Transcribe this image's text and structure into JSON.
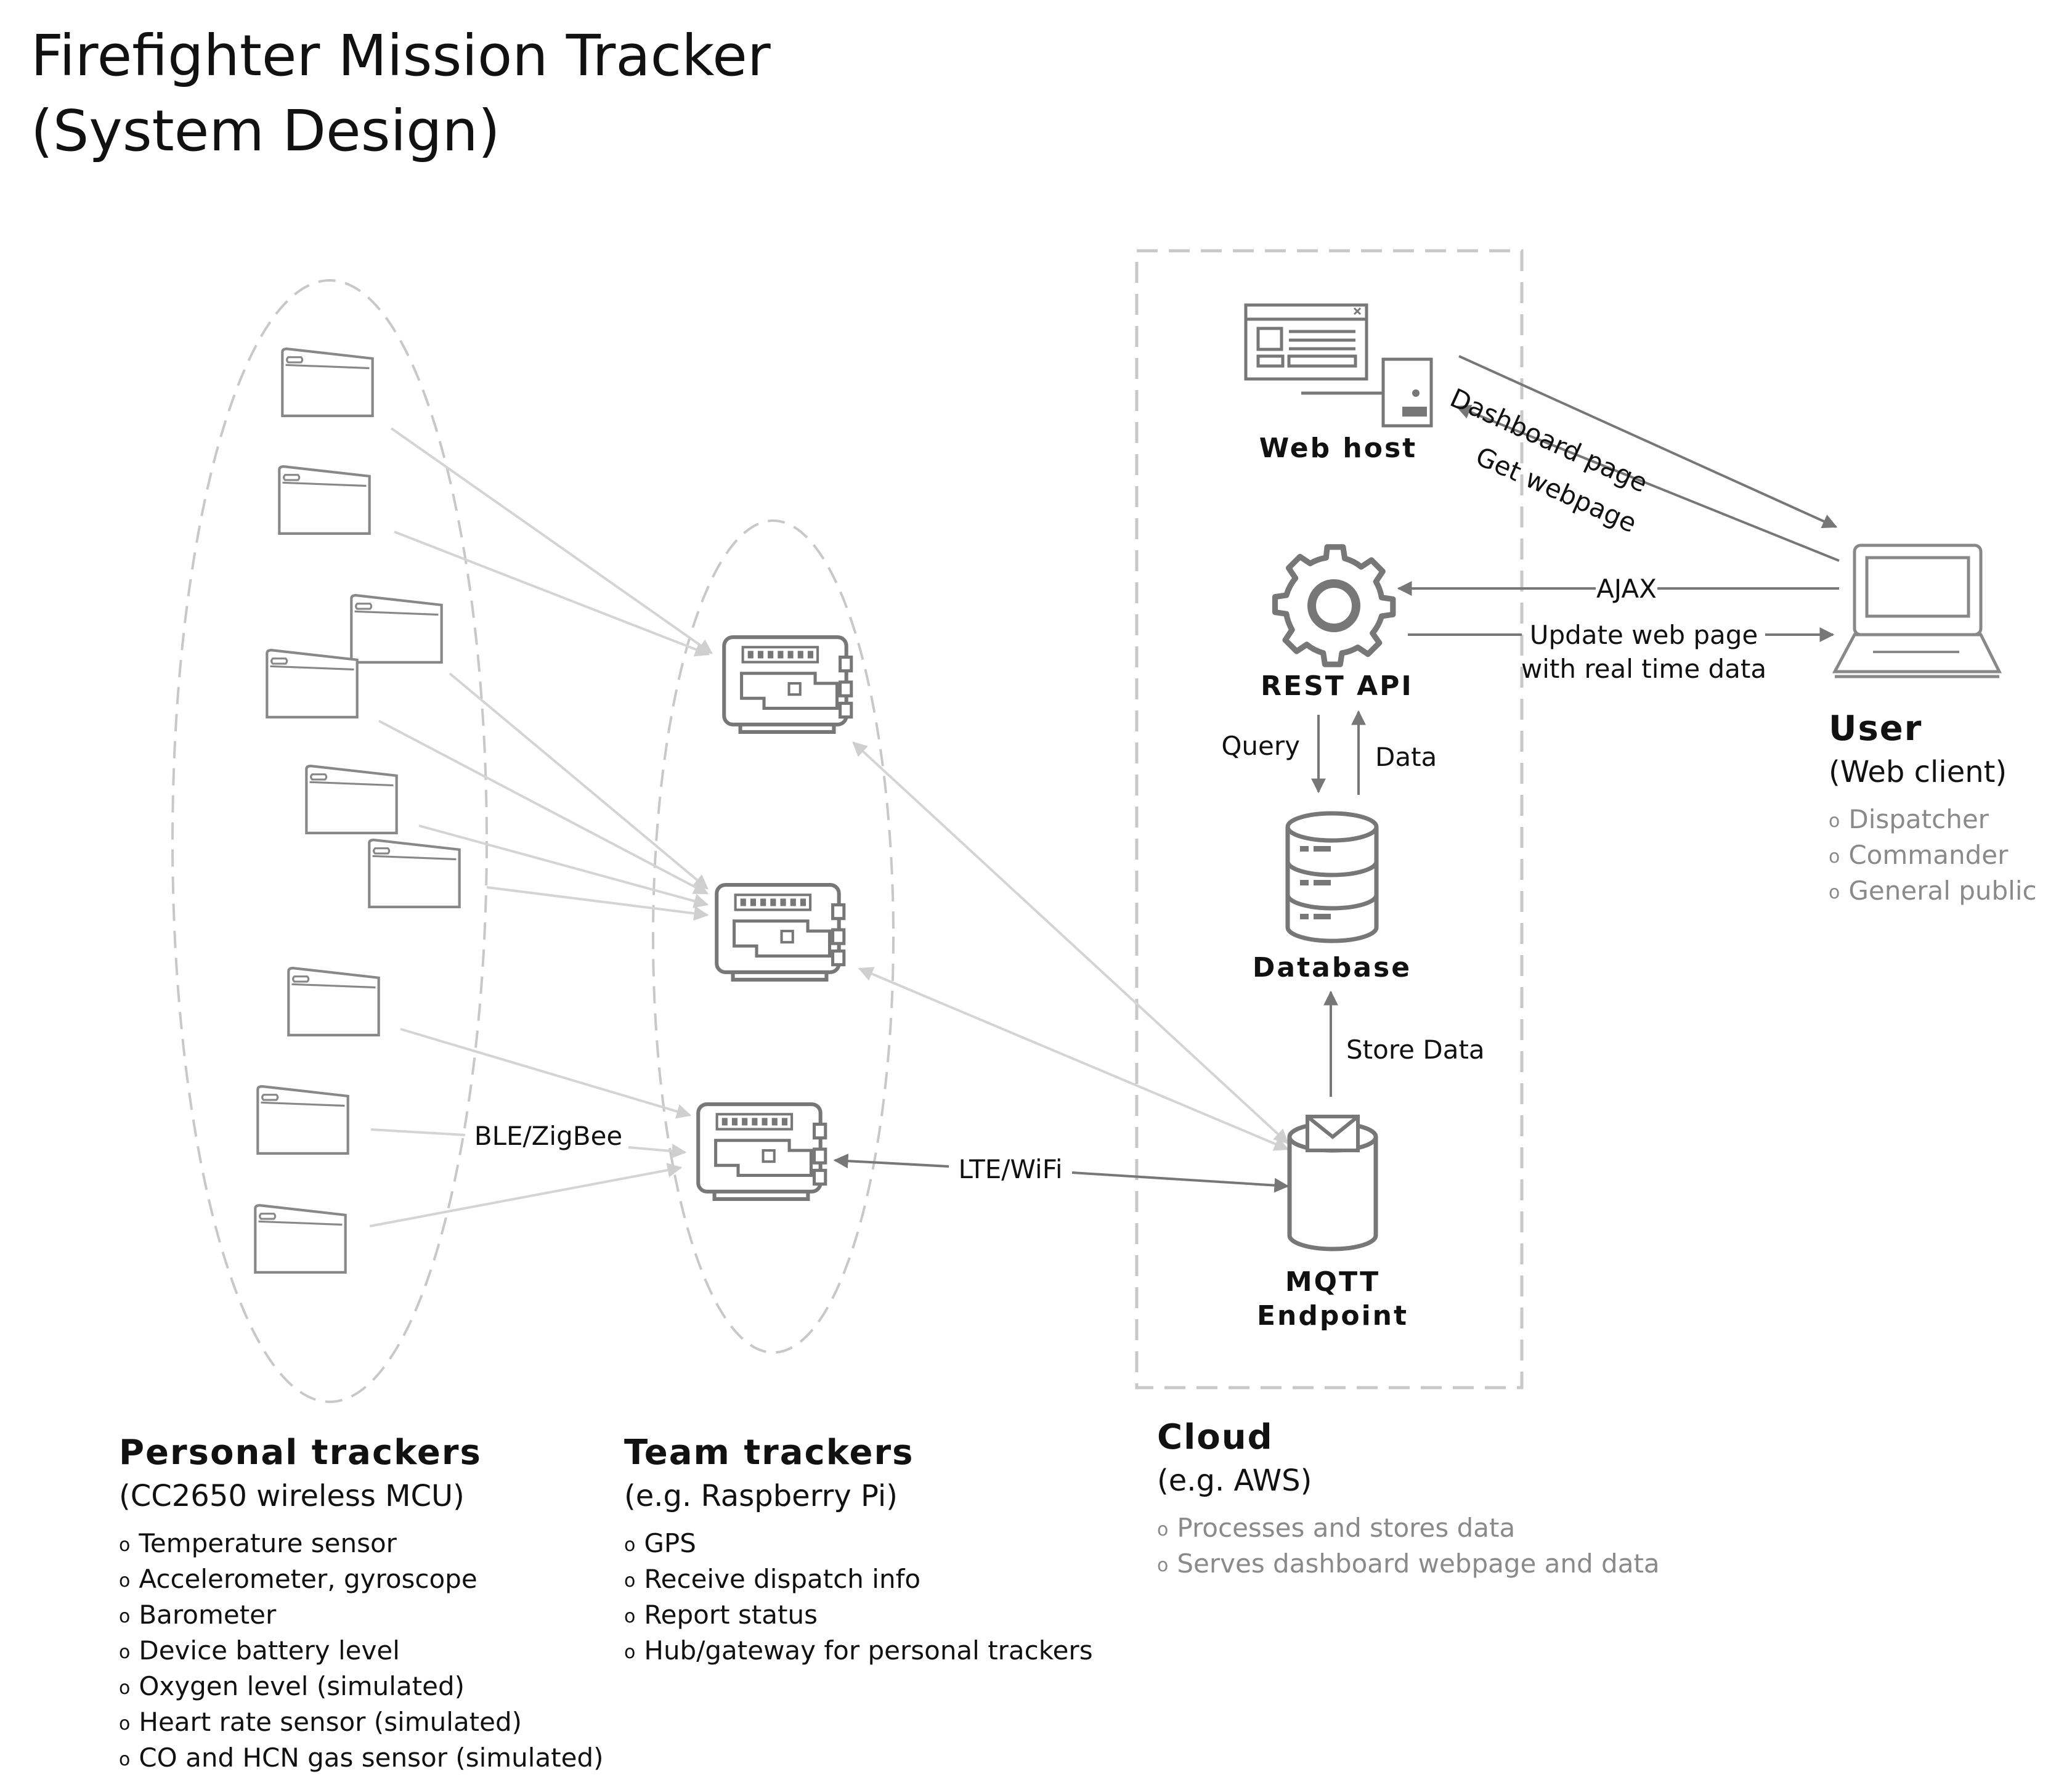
{
  "title": {
    "line1": "Firefighter Mission Tracker",
    "line2": "(System Design)"
  },
  "diagram": {
    "components": {
      "web_host": "Web host",
      "rest_api": "REST API",
      "database": "Database",
      "mqtt_line1": "MQTT",
      "mqtt_line2": "Endpoint"
    },
    "edge_labels": {
      "dashboard_page": "Dashboard page",
      "get_webpage": "Get webpage",
      "ajax": "AJAX",
      "update_line1": "Update web page",
      "update_line2": "with real time data",
      "query": "Query",
      "data": "Data",
      "store_data": "Store Data",
      "lte_wifi": "LTE/WiFi",
      "ble_zigbee": "BLE/ZigBee"
    },
    "icons": [
      "personal-tracker-icon",
      "team-tracker-board-icon",
      "browser-window-icon",
      "server-icon",
      "gear-icon",
      "database-icon",
      "mqtt-mail-icon",
      "laptop-icon"
    ]
  },
  "user": {
    "heading": "User",
    "subheading": "(Web client)",
    "items": [
      "Dispatcher",
      "Commander",
      "General public"
    ]
  },
  "personal": {
    "heading": "Personal trackers",
    "subheading": "(CC2650 wireless MCU)",
    "items": [
      "Temperature sensor",
      "Accelerometer, gyroscope",
      "Barometer",
      "Device battery level",
      "Oxygen level (simulated)",
      "Heart rate sensor (simulated)",
      "CO and HCN gas sensor (simulated)"
    ]
  },
  "team": {
    "heading": "Team trackers",
    "subheading": "(e.g. Raspberry Pi)",
    "items": [
      "GPS",
      "Receive dispatch info",
      "Report status",
      "Hub/gateway for personal trackers"
    ]
  },
  "cloud": {
    "heading": "Cloud",
    "subheading": "(e.g. AWS)",
    "items": [
      "Processes and stores data",
      "Serves dashboard webpage and data"
    ]
  },
  "colors": {
    "dark_line": "#777777",
    "light_line": "#cccccc",
    "dashed": "#c8c8c8",
    "text": "#111111",
    "muted_text": "#8a8a8a"
  }
}
